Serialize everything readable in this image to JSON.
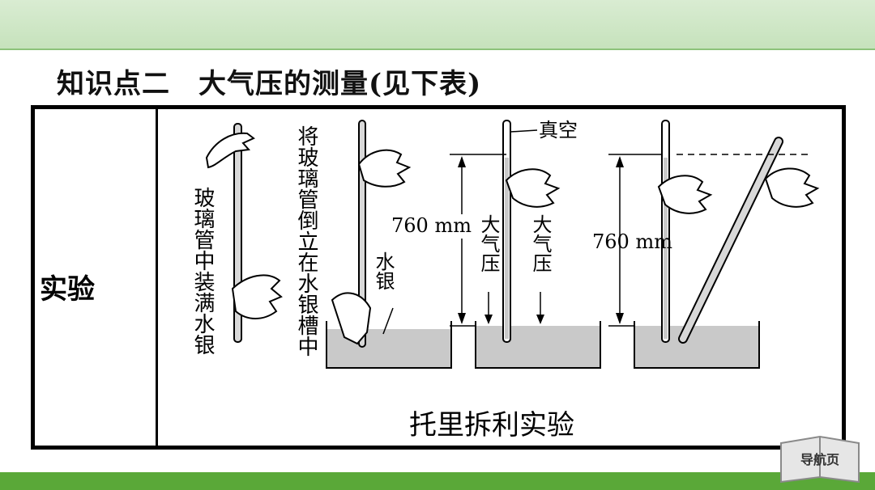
{
  "heading": "知识点二　大气压的测量(见下表)",
  "table": {
    "row_label": "实验",
    "figure": {
      "step1_label": "玻璃管中装满水银",
      "step2_label": "将玻璃管倒立在水银槽中",
      "mercury_label": "水银",
      "vacuum_label": "真空",
      "height_label_1": "760 mm",
      "height_label_2": "760 mm",
      "atm_label_left": "大气压",
      "atm_label_right": "大气压",
      "caption": "托里拆利实验"
    }
  },
  "nav": {
    "label": "导航页"
  }
}
